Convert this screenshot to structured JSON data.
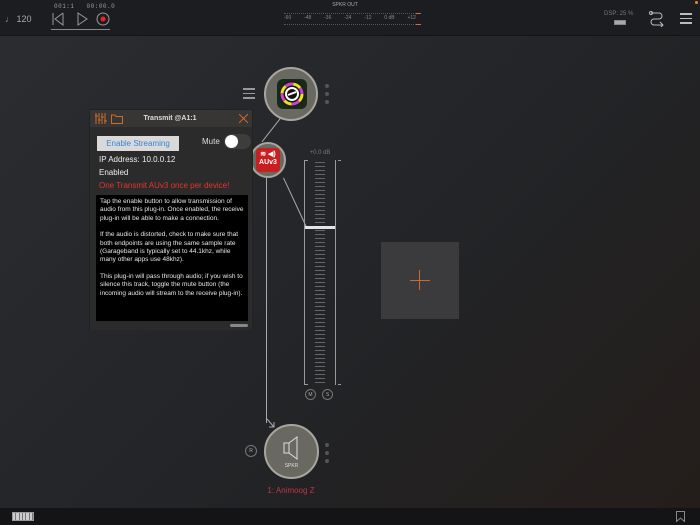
{
  "topbar": {
    "tempo": "♩ 120",
    "position_bars": "001:1",
    "position_time": "00:00.0",
    "transport": [
      "rewind-icon",
      "play-icon",
      "record-icon"
    ],
    "meter": {
      "title": "SPKR OUT",
      "scale": [
        "-60",
        "-48",
        "-36",
        "-24",
        "-12",
        "0 dB",
        "+12"
      ]
    },
    "dsp": "DSP: 25 %"
  },
  "plugin": {
    "title": "Transmit @A1:1",
    "enable_button": "Enable Streaming",
    "mute_label": "Mute",
    "mute_on": false,
    "ip": "IP Address: 10.0.0.12",
    "status": "Enabled",
    "warning": "One Transmit AUv3 once per device!",
    "warning_color": "#e8332e",
    "description": [
      "Tap the enable button to allow transmission of audio from this plug-in.  Once enabled, the receive plug-in will be able to make a connection.",
      "If the audio is distorted, check to make sure that both endpoints are using the same sample rate (Garageband is typically set to 44.1khz, while many other apps use 48khz).",
      "This plug-in will pass through audio; if you wish to silence this track, toggle the mute button (the incoming audio will stream to the receive plug-in)."
    ]
  },
  "graph": {
    "auv_label": "AUv3",
    "fader_db": "+0.0 dB",
    "mute_btn": "M",
    "solo_btn": "S",
    "r_btn": "R",
    "output_label": "SPKR",
    "track_name": "1: Animoog Z",
    "track_color": "#c0334a",
    "accent": "#c96b2a"
  }
}
